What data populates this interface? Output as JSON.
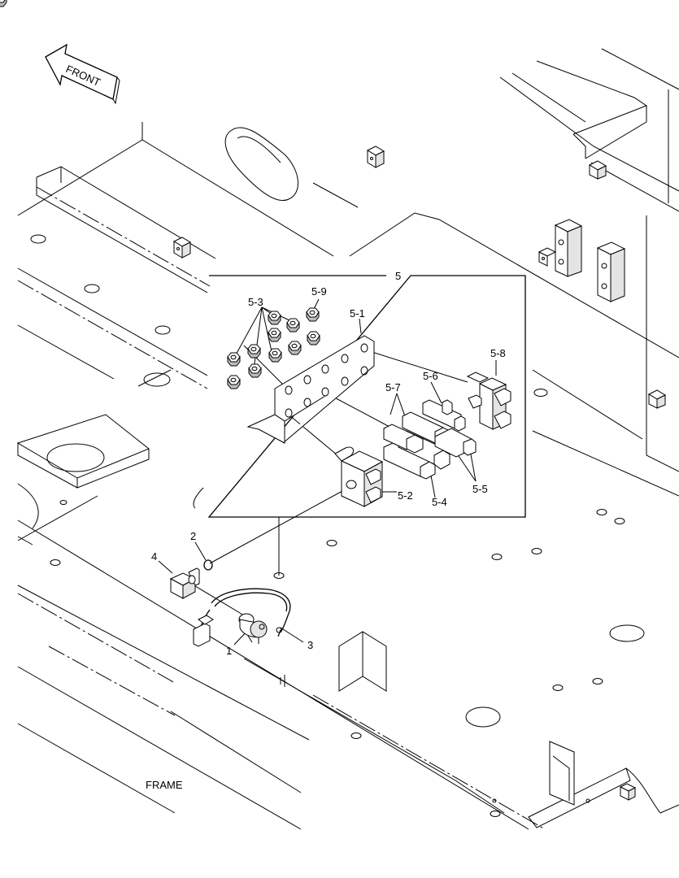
{
  "direction_arrow": {
    "label": "FRONT"
  },
  "frame_label": "FRAME",
  "callouts": {
    "c1": "1",
    "c2": "2",
    "c3": "3",
    "c4": "4",
    "c5": "5",
    "c5_1": "5-1",
    "c5_2": "5-2",
    "c5_3": "5-3",
    "c5_4": "5-4",
    "c5_5": "5-5",
    "c5_6": "5-6",
    "c5_7": "5-7",
    "c5_8": "5-8",
    "c5_9": "5-9"
  }
}
